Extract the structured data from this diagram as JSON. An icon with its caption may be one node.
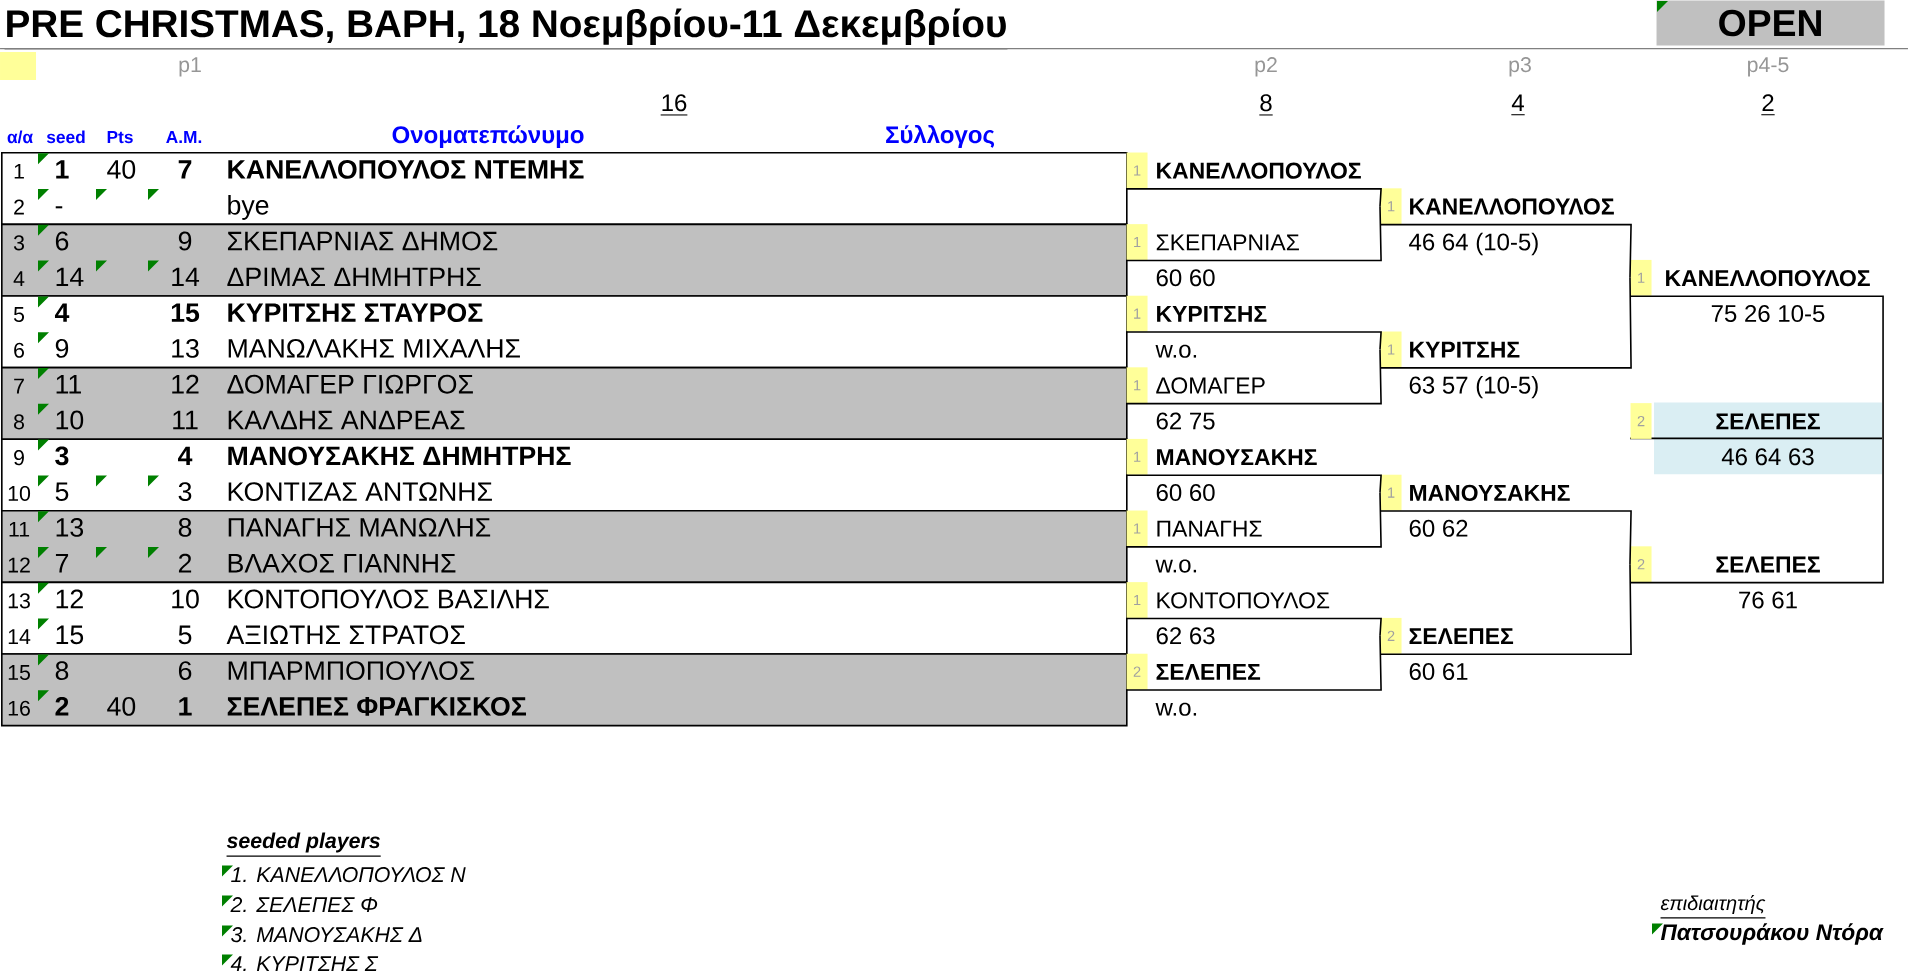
{
  "diagram": {
    "title": "PRE CHRISTMAS, ΒΑΡΗ, 18 Νοεμβρίου-11 Δεκεμβρίου",
    "nodes": [
      {
        "text": [
          "1",
          "1",
          "40",
          "7",
          "ΚΑΝΕΛΛΟΠΟΥΛΟΣ ΝΤΕΜΗΣ",
          "2",
          "-",
          "bye"
        ]
      },
      {
        "text": [
          "3",
          "6",
          "9",
          "ΣΚΕΠΑΡΝΙΑΣ ΔΗΜΟΣ",
          "4",
          "14",
          "14",
          "ΔΡΙΜΑΣ ΔΗΜΗΤΡΗΣ"
        ]
      },
      {
        "text": [
          "5",
          "4",
          "15",
          "ΚΥΡΙΤΣΗΣ ΣΤΑΥΡΟΣ",
          "6",
          "9",
          "13",
          "ΜΑΝΩΛΑΚΗΣ ΜΙΧΑΛΗΣ"
        ]
      },
      {
        "text": [
          "7",
          "11",
          "12",
          "ΔΟΜΑΓΕΡ ΓΙΩΡΓΟΣ",
          "8",
          "10",
          "11",
          "ΚΑΛΔΗΣ ΑΝΔΡΕΑΣ"
        ]
      },
      {
        "text": [
          "9",
          "3",
          "4",
          "ΜΑΝΟΥΣΑΚΗΣ ΔΗΜΗΤΡΗΣ",
          "10",
          "5",
          "3",
          "ΚΟΝΤΙΖΑΣ ΑΝΤΩΝΗΣ"
        ]
      },
      {
        "text": [
          "11",
          "13",
          "8",
          "ΠΑΝΑΓΗΣ ΜΑΝΩΛΗΣ",
          "12",
          "7",
          "2",
          "ΒΛΑΧΟΣ ΓΙΑΝΝΗΣ"
        ]
      },
      {
        "text": [
          "13",
          "12",
          "10",
          "ΚΟΝΤΟΠΟΥΛΟΣ ΒΑΣΙΛΗΣ",
          "14",
          "15",
          "5",
          "ΑΞΙΩΤΗΣ ΣΤΡΑΤΟΣ"
        ]
      },
      {
        "text": [
          "15",
          "8",
          "6",
          "ΜΠΑΡΜΠΟΠΟΥΛΟΣ",
          "16",
          "2",
          "40",
          "1",
          "ΣΕΛΕΠΕΣ ΦΡΑΓΚΙΣΚΟΣ"
        ]
      },
      {
        "text": [
          "1",
          "ΚΑΝΕΛΛΟΠΟΥΛΟΣ"
        ]
      },
      {
        "text": [
          "1",
          "ΣΚΕΠΑΡΝΙΑΣ"
        ],
        "beside": [
          "60 60"
        ]
      },
      {
        "text": [
          "1",
          "ΚΥΡΙΤΣΗΣ"
        ],
        "beside": [
          "w.o."
        ]
      },
      {
        "text": [
          "1",
          "ΔΟΜΑΓΕΡ"
        ],
        "beside": [
          "62 75"
        ]
      },
      {
        "text": [
          "1",
          "ΜΑΝΟΥΣΑΚΗΣ"
        ],
        "beside": [
          "60 60"
        ]
      },
      {
        "text": [
          "1",
          "ΠΑΝΑΓΗΣ"
        ],
        "beside": [
          "w.o."
        ]
      },
      {
        "text": [
          "1",
          "ΚΟΝΤΟΠΟΥΛΟΣ"
        ],
        "beside": [
          "62 63"
        ]
      },
      {
        "text": [
          "2",
          "ΣΕΛΕΠΕΣ"
        ],
        "beside": [
          "w.o."
        ]
      },
      {
        "text": [
          "1",
          "ΚΑΝΕΛΛΟΠΟΥΛΟΣ"
        ],
        "beside": [
          "46 64 (10-5)"
        ]
      },
      {
        "text": [
          "1",
          "ΚΥΡΙΤΣΗΣ"
        ],
        "beside": [
          "63 57 (10-5)"
        ]
      },
      {
        "text": [
          "1",
          "ΜΑΝΟΥΣΑΚΗΣ"
        ],
        "beside": [
          "60 62"
        ]
      },
      {
        "text": [
          "2",
          "ΣΕΛΕΠΕΣ"
        ],
        "beside": [
          "60 61"
        ]
      },
      {
        "text": [
          "1",
          "ΚΑΝΕΛΛΟΠΟΥΛΟΣ"
        ],
        "beside": [
          "75 26 10-5"
        ]
      },
      {
        "text": [
          "2",
          "ΣΕΛΕΠΕΣ"
        ],
        "beside": [
          "76 61"
        ]
      },
      {
        "text": [
          "2",
          "ΣΕΛΕΠΕΣ",
          "46 64 63"
        ]
      },
      {
        "text": [
          "OPEN"
        ]
      }
    ],
    "edges": [
      {
        "from": 8,
        "to": 16,
        "arrow": "none"
      },
      {
        "from": 9,
        "to": 16,
        "arrow": "none"
      },
      {
        "from": 10,
        "to": 17,
        "arrow": "none"
      },
      {
        "from": 11,
        "to": 17,
        "arrow": "none"
      },
      {
        "from": 12,
        "to": 18,
        "arrow": "none"
      },
      {
        "from": 13,
        "to": 18,
        "arrow": "none"
      },
      {
        "from": 14,
        "to": 19,
        "arrow": "none"
      },
      {
        "from": 15,
        "to": 19,
        "arrow": "none"
      },
      {
        "from": 16,
        "to": 20,
        "arrow": "none"
      },
      {
        "from": 17,
        "to": 20,
        "arrow": "none"
      },
      {
        "from": 18,
        "to": 21,
        "arrow": "none"
      },
      {
        "from": 19,
        "to": 21,
        "arrow": "none"
      },
      {
        "from": 20,
        "to": 22,
        "arrow": "none"
      },
      {
        "from": 21,
        "to": 22,
        "arrow": "none"
      }
    ],
    "labels": [
      "p1",
      "p2",
      "p3",
      "p4-5",
      "16",
      "8",
      "4",
      "2",
      "α/α",
      "seed",
      "Pts",
      "Α.Μ.",
      "Ονοματεπώνυμο",
      "Σύλλογος",
      "seeded players",
      "1. ΚΑΝΕΛΛΟΠΟΥΛΟΣ Ν",
      "2. ΣΕΛΕΠΕΣ Φ",
      "3. ΜΑΝΟΥΣΑΚΗΣ Δ",
      "4. ΚΥΡΙΤΣΗΣ Σ",
      "επιδιαιτητής",
      "Πατσουράκου Ντόρα"
    ]
  }
}
